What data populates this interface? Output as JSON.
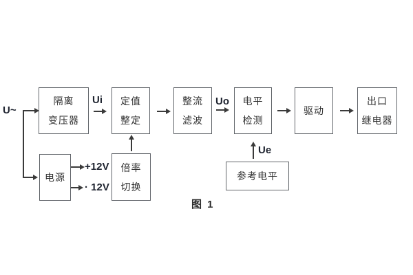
{
  "figure": {
    "caption": "图 1"
  },
  "signals": {
    "input": "U~",
    "ui": "Ui",
    "uo": "Uo",
    "ue": "Ue",
    "rail_positive": "+12V",
    "rail_negative": "· 12V"
  },
  "blocks": {
    "isolation": {
      "line1": "隔离",
      "line2": "变压器"
    },
    "setting": {
      "line1": "定值",
      "line2": "整定"
    },
    "rectifier": {
      "line1": "整流",
      "line2": "滤波"
    },
    "level_detect": {
      "line1": "电平",
      "line2": "检测"
    },
    "drive": {
      "line1": "驱动"
    },
    "output_relay": {
      "line1": "出口",
      "line2": "继电器"
    },
    "power": {
      "line1": "电源"
    },
    "ratio_switch": {
      "line1": "倍率",
      "line2": "切换"
    },
    "reference_level": {
      "line1": "参考电平"
    }
  },
  "colors": {
    "background": "#ffffff",
    "box_border": "#5f6368",
    "connector_line": "#3a3a3a",
    "text": "#2b2b2b"
  }
}
